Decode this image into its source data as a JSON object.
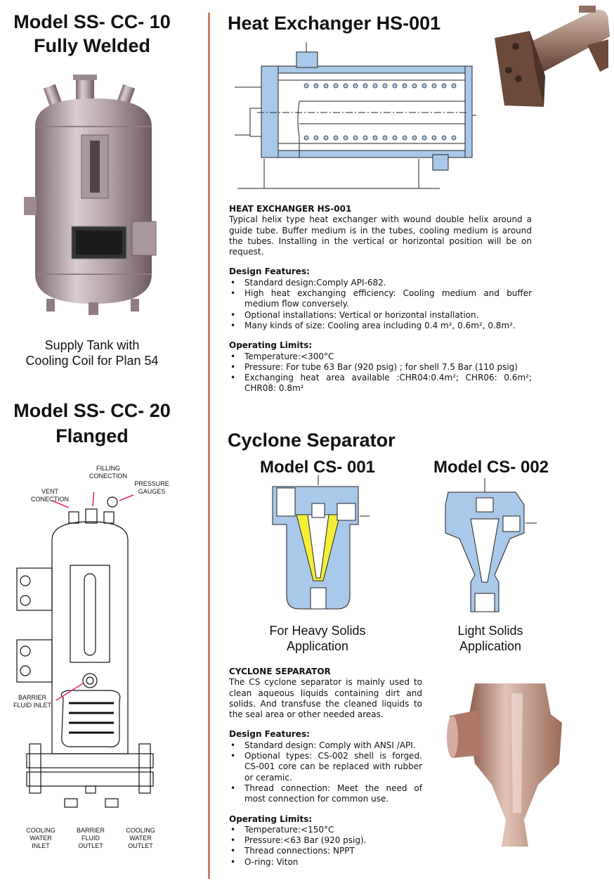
{
  "left": {
    "model1_title": "Model  SS- CC- 10",
    "model1_subtitle": "Fully Welded",
    "tank_caption_line1": "Supply Tank  with",
    "tank_caption_line2": "Cooling Coil for Plan 54",
    "model2_title": "Model  SS- CC- 20",
    "model2_subtitle": "Flanged",
    "diagram_labels": {
      "filling": "FILLING CONECTION",
      "vent": "VENT CONECTION",
      "pressure": "PRESSURE GAUGES",
      "barrier_inlet": "BARRIER FLUID INLET",
      "cooling_inlet": "COOLING WATER INLET",
      "barrier_outlet": "BARRIER FLUID OUTLET",
      "cooling_outlet": "COOLING WATER OUTLET"
    }
  },
  "heat_exchanger": {
    "title": "Heat Exchanger  HS-001",
    "subheading": "HEAT EXCHANGER HS-001",
    "description": "Typical helix type heat exchanger with wound double helix around a guide tube. Buffer medium is in the tubes, cooling medium is around the tubes. Installing in the vertical or horizontal position will be on request.",
    "design_features_title": "Design Features:",
    "design_features": [
      "Standard design:Comply API-682.",
      "High heat exchanging efficiency: Cooling medium and buffer medium flow conversely.",
      "Optional installations: Vertical or horizontal installation.",
      "Many kinds of size: Cooling area including 0.4 m², 0.6m², 0.8m²."
    ],
    "operating_limits_title": "Operating Limits:",
    "operating_limits": [
      "Temperature:<300°C",
      "Pressure: For tube 63 Bar (920 psig) ; for shell 7.5 Bar (110 psig)",
      "Exchanging heat area available :CHR04:0.4m²;   CHR06: 0.6m²; CHR08: 0.8m²"
    ]
  },
  "cyclone": {
    "title": "Cyclone Separator",
    "model1": "Model CS- 001",
    "model2": "Model CS- 002",
    "caption1_line1": "For Heavy Solids",
    "caption1_line2": "Application",
    "caption2_line1": "Light Solids",
    "caption2_line2": "Application",
    "subheading": "CYCLONE SEPARATOR",
    "description": "The CS cyclone separator is mainly used to clean aqueous liquids containing dirt and solids. And transfuse the cleaned liquids to the seal area or other needed areas.",
    "design_features_title": "Design Features:",
    "design_features": [
      "Standard design: Comply with ANSI /API.",
      "Optional types: CS-002 shell is forged. CS-001 core can be replaced with rubber or ceramic.",
      "Thread connection: Meet the need of most connection for common use."
    ],
    "operating_limits_title": "Operating Limits:",
    "operating_limits": [
      "Temperature:<150°C",
      "Pressure:<63 Bar (920 psig).",
      "Thread connections: NPPT",
      "O-ring: Viton"
    ]
  },
  "colors": {
    "divider": "#cc7e6a",
    "blue": "#a9c9ea",
    "yellow": "#f3ee3a",
    "metal": "#b89a9a"
  }
}
